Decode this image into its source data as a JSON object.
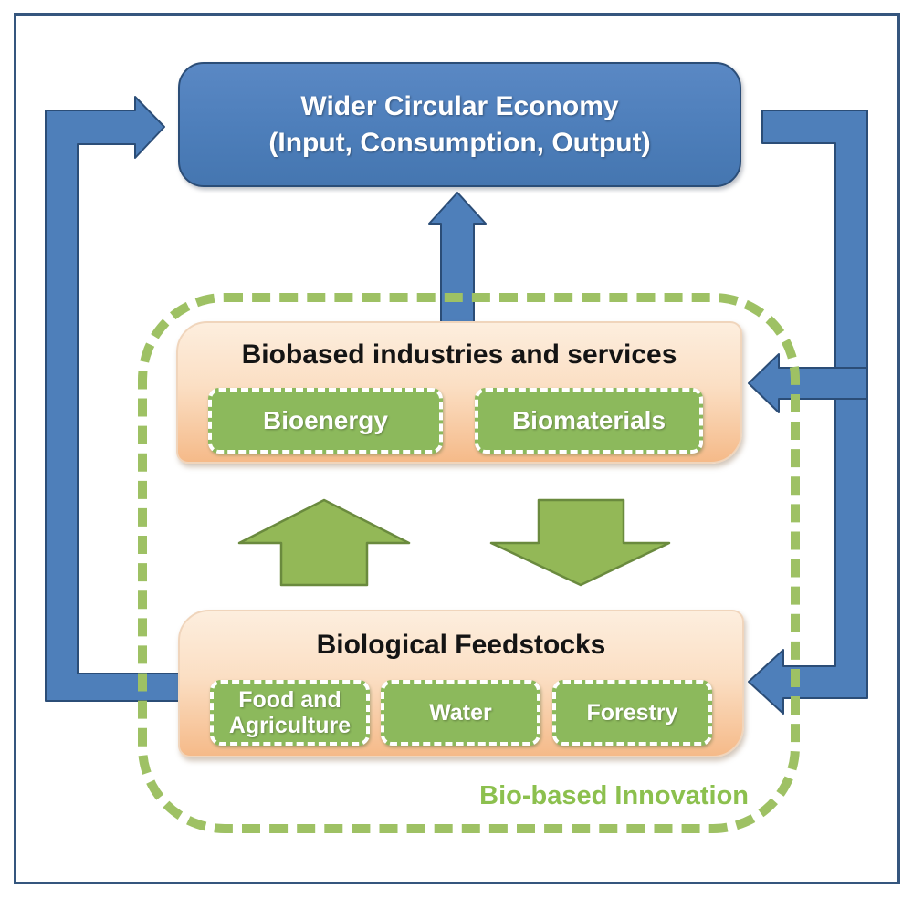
{
  "diagram": {
    "top_box": {
      "line1": "Wider Circular Economy",
      "line2": "(Input, Consumption, Output)"
    },
    "industries": {
      "title": "Biobased industries and services",
      "items": [
        "Bioenergy",
        "Biomaterials"
      ]
    },
    "feedstocks": {
      "title": "Biological Feedstocks",
      "items": [
        "Food and Agriculture",
        "Water",
        "Forestry"
      ]
    },
    "innovation_label": "Bio-based Innovation",
    "colors": {
      "blue_fill": "#4e7fba",
      "blue_border": "#2b4d77",
      "green_box_fill": "#8cb95c",
      "green_arrow_fill": "#93b857",
      "green_arrow_border": "#6a8a3e",
      "dashed_border_green": "#9ec164",
      "innovation_text_green": "#8cc04e",
      "orange_gradient_top": "#fdeede",
      "orange_gradient_bottom": "#f5ba89",
      "frame_navy": "#35567e"
    }
  }
}
